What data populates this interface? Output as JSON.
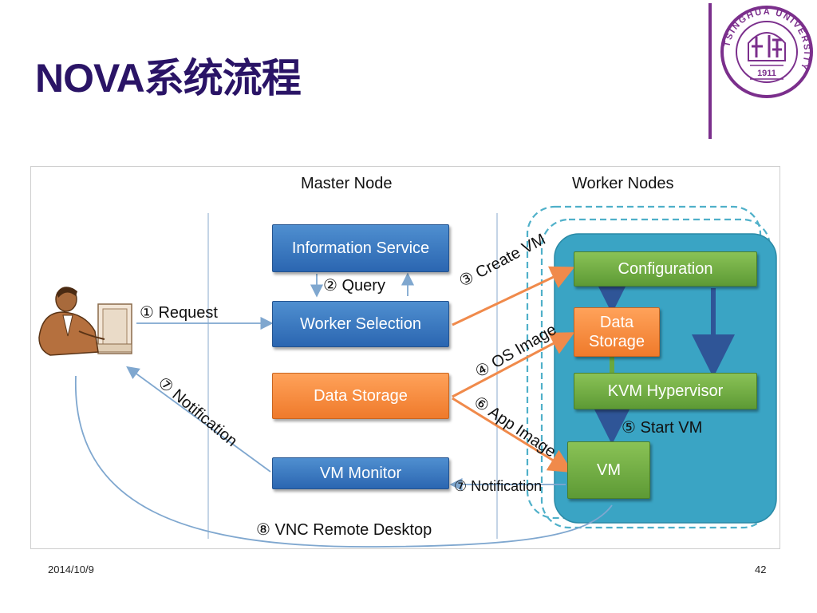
{
  "slide": {
    "title": "NOVA系统流程",
    "date": "2014/10/9",
    "page_number": "42"
  },
  "logo": {
    "ring_text": "TSINGHUA UNIVERSITY",
    "year": "1911",
    "color": "#7b2f8c"
  },
  "diagram": {
    "headers": {
      "master": "Master Node",
      "worker": "Worker Nodes"
    },
    "boxes": {
      "information_service": "Information Service",
      "worker_selection": "Worker Selection",
      "data_storage_master": "Data Storage",
      "vm_monitor": "VM Monitor",
      "configuration": "Configuration",
      "data_storage_worker": "Data Storage",
      "kvm_hypervisor": "KVM Hypervisor",
      "vm": "VM"
    },
    "steps": {
      "request": "① Request",
      "query": "② Query",
      "create_vm": "③ Create VM",
      "os_image": "④ OS Image",
      "start_vm": "⑤ Start VM",
      "app_image": "⑥ App Image",
      "notification_left": "⑦ Notification",
      "notification_bottom": "⑦ Notification",
      "vnc": "⑧ VNC Remote Desktop"
    },
    "colors": {
      "blue_box": "#2f6db5",
      "orange_box": "#f48537",
      "green_box": "#6aa83e",
      "worker_panel": "#3aa4c4",
      "orange_arrow": "#f08a4b",
      "line_blue": "#7fa7cf"
    }
  }
}
